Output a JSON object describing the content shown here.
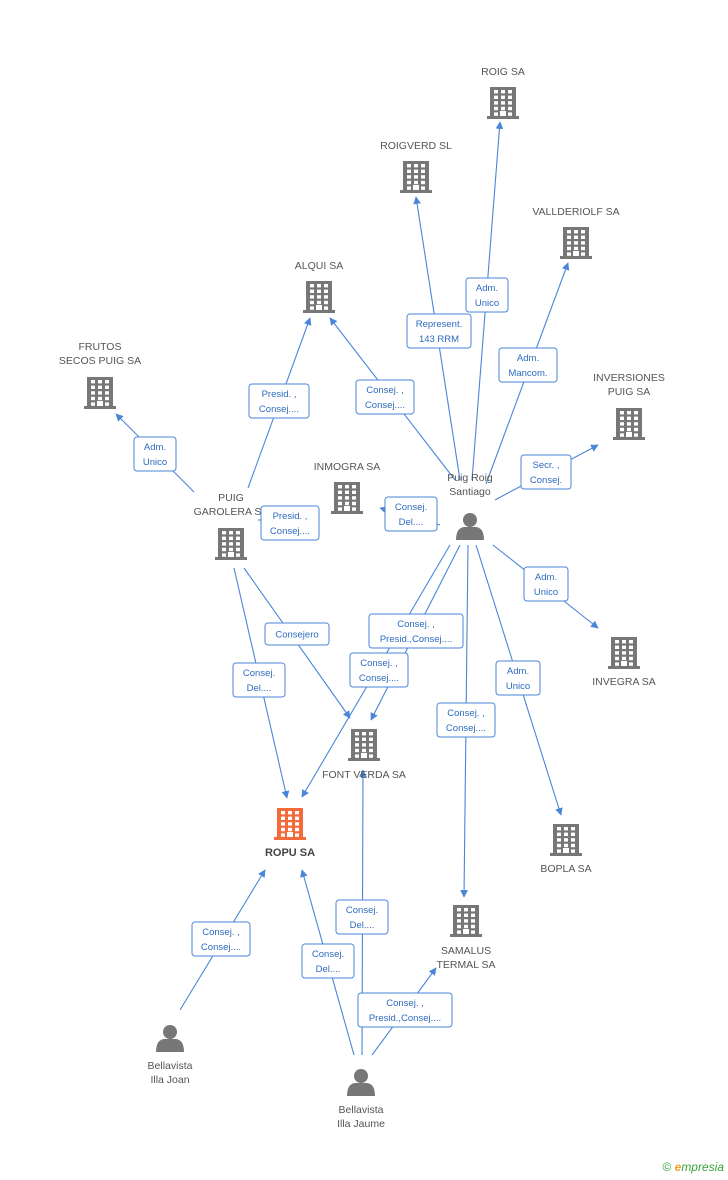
{
  "colors": {
    "edge": "#4a86d8",
    "node": "#777777",
    "main_node": "#f26b3a",
    "label": "#555555"
  },
  "nodes": [
    {
      "id": "roig",
      "type": "company",
      "label": [
        "ROIG SA"
      ]
    },
    {
      "id": "roigverd",
      "type": "company",
      "label": [
        "ROIGVERD  SL"
      ]
    },
    {
      "id": "vallderiolf",
      "type": "company",
      "label": [
        "VALLDERIOLF SA"
      ]
    },
    {
      "id": "alqui",
      "type": "company",
      "label": [
        "ALQUI SA"
      ]
    },
    {
      "id": "frutos",
      "type": "company",
      "label": [
        "FRUTOS",
        "SECOS PUIG SA"
      ]
    },
    {
      "id": "inversiones",
      "type": "company",
      "label": [
        "INVERSIONES",
        "PUIG SA"
      ]
    },
    {
      "id": "inmogra",
      "type": "company",
      "label": [
        "INMOGRA SA"
      ]
    },
    {
      "id": "puigroig",
      "type": "person",
      "label": [
        "Puig Roig",
        "Santiago"
      ]
    },
    {
      "id": "puiggarolera",
      "type": "company",
      "label": [
        "PUIG",
        "GAROLERA SA"
      ]
    },
    {
      "id": "invegra",
      "type": "company",
      "label": [
        "INVEGRA SA"
      ]
    },
    {
      "id": "fontverda",
      "type": "company",
      "label": [
        "FONT VERDA SA"
      ]
    },
    {
      "id": "ropu",
      "type": "main",
      "label": [
        "ROPU SA"
      ]
    },
    {
      "id": "bopla",
      "type": "company",
      "label": [
        "BOPLA SA"
      ]
    },
    {
      "id": "samalus",
      "type": "company",
      "label": [
        "SAMALUS",
        "TERMAL SA"
      ]
    },
    {
      "id": "bellajoan",
      "type": "person",
      "label": [
        "Bellavista",
        "Illa Joan"
      ]
    },
    {
      "id": "bellajaume",
      "type": "person",
      "label": [
        "Bellavista",
        "Illa Jaume"
      ]
    }
  ],
  "edges": [
    {
      "id": "e1",
      "label": [
        "Adm.",
        "Unico"
      ]
    },
    {
      "id": "e2",
      "label": [
        "Represent.",
        "143 RRM"
      ]
    },
    {
      "id": "e3",
      "label": [
        "Adm.",
        "Mancom."
      ]
    },
    {
      "id": "e4",
      "label": [
        "Consej. ,",
        "Consej...."
      ]
    },
    {
      "id": "e5",
      "label": [
        "Secr. ,",
        "Consej."
      ]
    },
    {
      "id": "e6",
      "label": [
        "Consej.",
        "Del...."
      ]
    },
    {
      "id": "e7",
      "label": [
        "Adm.",
        "Unico"
      ]
    },
    {
      "id": "e8",
      "label": [
        "Adm.",
        "Unico"
      ]
    },
    {
      "id": "e9",
      "label": [
        "Consej. ,",
        "Presid.,Consej...."
      ]
    },
    {
      "id": "e10",
      "label": [
        "Consej. ,",
        "Consej...."
      ]
    },
    {
      "id": "e11",
      "label": [
        "Consej. ,",
        "Consej...."
      ]
    },
    {
      "id": "e12",
      "label": [
        "Presid. ,",
        "Consej...."
      ]
    },
    {
      "id": "e13",
      "label": [
        "Adm.",
        "Unico"
      ]
    },
    {
      "id": "e14",
      "label": [
        "Presid. ,",
        "Consej...."
      ]
    },
    {
      "id": "e15",
      "label": [
        "Consejero"
      ]
    },
    {
      "id": "e16",
      "label": [
        "Consej.",
        "Del...."
      ]
    },
    {
      "id": "e17",
      "label": [
        "Consej. ,",
        "Consej...."
      ]
    },
    {
      "id": "e18",
      "label": [
        "Consej.",
        "Del...."
      ]
    },
    {
      "id": "e19",
      "label": [
        "Consej.",
        "Del...."
      ]
    },
    {
      "id": "e20",
      "label": [
        "Consej. ,",
        "Presid.,Consej...."
      ]
    }
  ],
  "credit": {
    "symbol": "©",
    "brand_initial": "e",
    "brand_rest": "mpresia"
  }
}
